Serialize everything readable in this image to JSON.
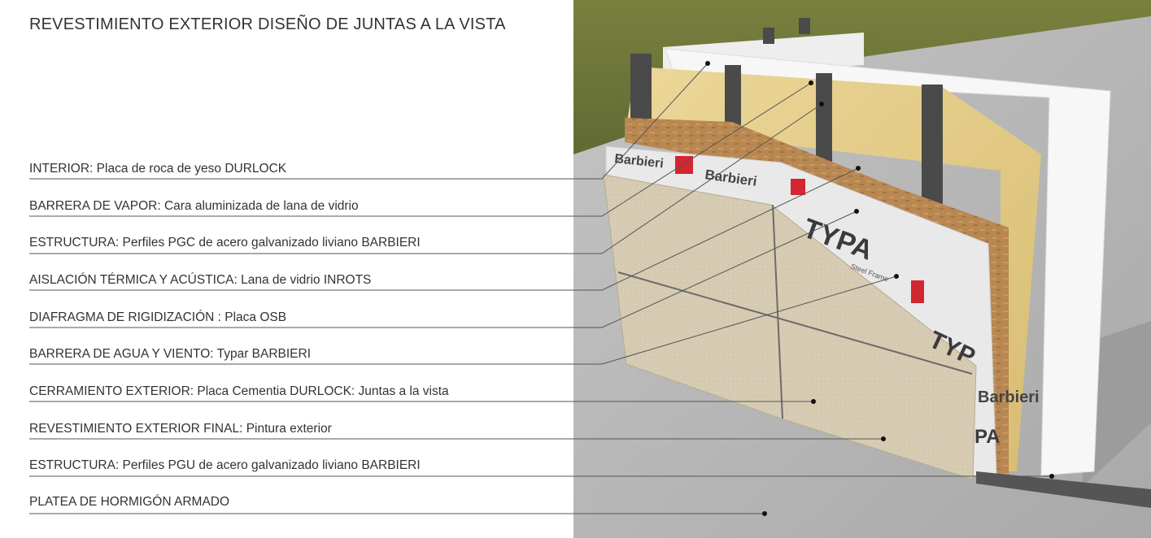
{
  "title": "REVESTIMIENTO EXTERIOR DISEÑO DE JUNTAS A LA VISTA",
  "labels": [
    "INTERIOR: Placa de roca de yeso DURLOCK",
    "BARRERA DE VAPOR: Cara aluminizada de lana de vidrio",
    "ESTRUCTURA: Perfiles PGC de acero galvanizado liviano  BARBIERI",
    "AISLACIÓN TÉRMICA Y ACÚSTICA: Lana de vidrio INROTS",
    "DIAFRAGMA DE RIGIDIZACIÓN : Placa OSB",
    "BARRERA DE AGUA Y VIENTO: Typar BARBIERI",
    "CERRAMIENTO EXTERIOR: Placa Cementia DURLOCK: Juntas a la vista",
    "REVESTIMIENTO EXTERIOR FINAL: Pintura exterior",
    "ESTRUCTURA: Perfiles PGU de acero galvanizado liviano  BARBIERI",
    "PLATEA DE HORMIGÓN ARMADO"
  ],
  "wrap_text": {
    "brand1": "Barbieri",
    "brand2": "Barbieri",
    "typar1": "TYPA",
    "typar2": "TYP",
    "steel": "Steel Frame",
    "bar_side": "Barbieri",
    "par_side": "PA"
  },
  "colors": {
    "text": "#333333",
    "leader": "#555555",
    "grass": "#6f7a3a",
    "concrete": "#b9b9b9",
    "plaster": "#f7f7f7",
    "insulation": "#e4cd86",
    "osb": "#b98852",
    "steel": "#4a4a4a",
    "typar": "#e9e9ea",
    "brand_red": "#d22630",
    "cement_board": "#d8cdb6"
  }
}
